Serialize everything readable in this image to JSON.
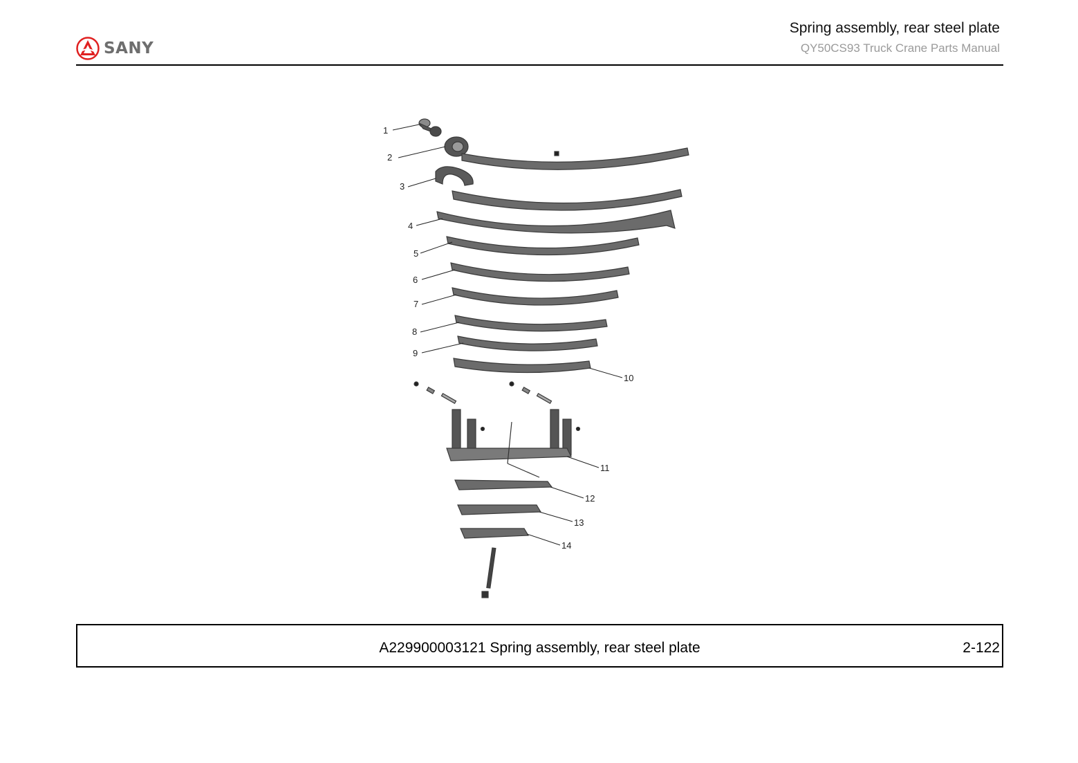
{
  "header": {
    "brand": "SANY",
    "title": "Spring assembly, rear steel plate",
    "subtitle": "QY50CS93 Truck Crane  Parts Manual"
  },
  "drawing": {
    "callouts": [
      "1",
      "2",
      "3",
      "4",
      "5",
      "6",
      "7",
      "8",
      "9",
      "10",
      "11",
      "12",
      "13",
      "14"
    ]
  },
  "footer": {
    "caption": "A229900003121 Spring assembly, rear steel plate",
    "page": "2-122"
  },
  "colors": {
    "brand_red": "#e02020",
    "brand_grey": "#6e6e6e",
    "part_fill": "#6b6b6b",
    "part_dark": "#3a3a3a"
  }
}
